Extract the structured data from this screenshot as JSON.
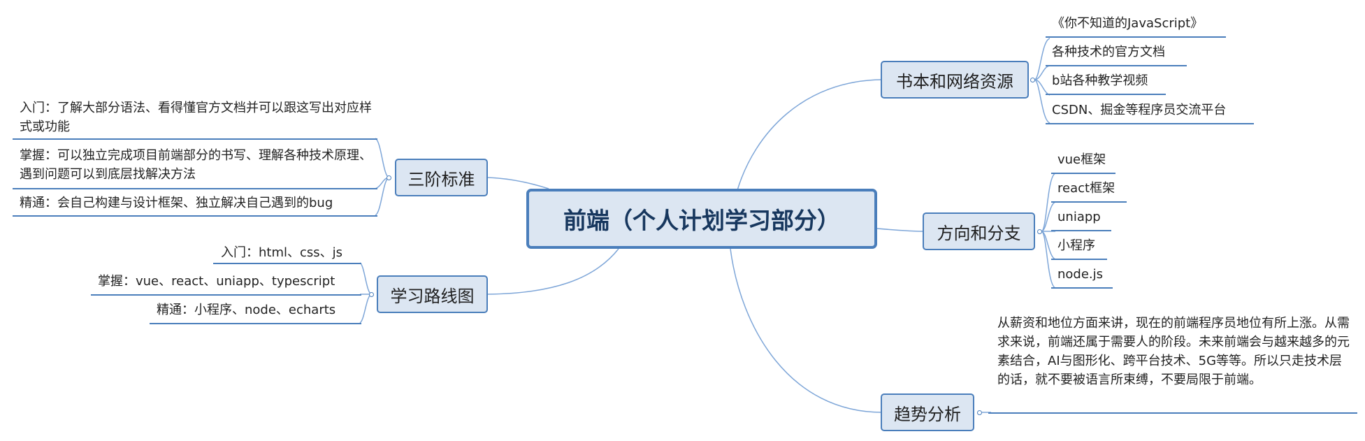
{
  "central": {
    "label": "前端（个人计划学习部分）"
  },
  "branches": {
    "resources": {
      "label": "书本和网络资源",
      "items": [
        "《你不知道的JavaScript》",
        "各种技术的官方文档",
        "b站各种教学视频",
        "CSDN、掘金等程序员交流平台"
      ]
    },
    "direction": {
      "label": "方向和分支",
      "items": [
        "vue框架",
        "react框架",
        "uniapp",
        "小程序",
        "node.js"
      ]
    },
    "trend": {
      "label": "趋势分析",
      "text": "从薪资和地位方面来讲，现在的前端程序员地位有所上涨。从需求来说，前端还属于需要人的阶段。未来前端会与越来越多的元素结合，AI与图形化、跨平台技术、5G等等。所以只走技术层的话，就不要被语言所束缚，不要局限于前端。"
    },
    "standards": {
      "label": "三阶标准",
      "items": [
        "入门：了解大部分语法、看得懂官方文档并可以跟这写出对应样式或功能",
        "掌握：可以独立完成项目前端部分的书写、理解各种技术原理、遇到问题可以到底层找解决方法",
        "精通：会自己构建与设计框架、独立解决自己遇到的bug"
      ]
    },
    "roadmap": {
      "label": "学习路线图",
      "items": [
        "入门：html、css、js",
        "掌握：vue、react、uniapp、typescript",
        "精通：小程序、node、echarts"
      ]
    }
  }
}
